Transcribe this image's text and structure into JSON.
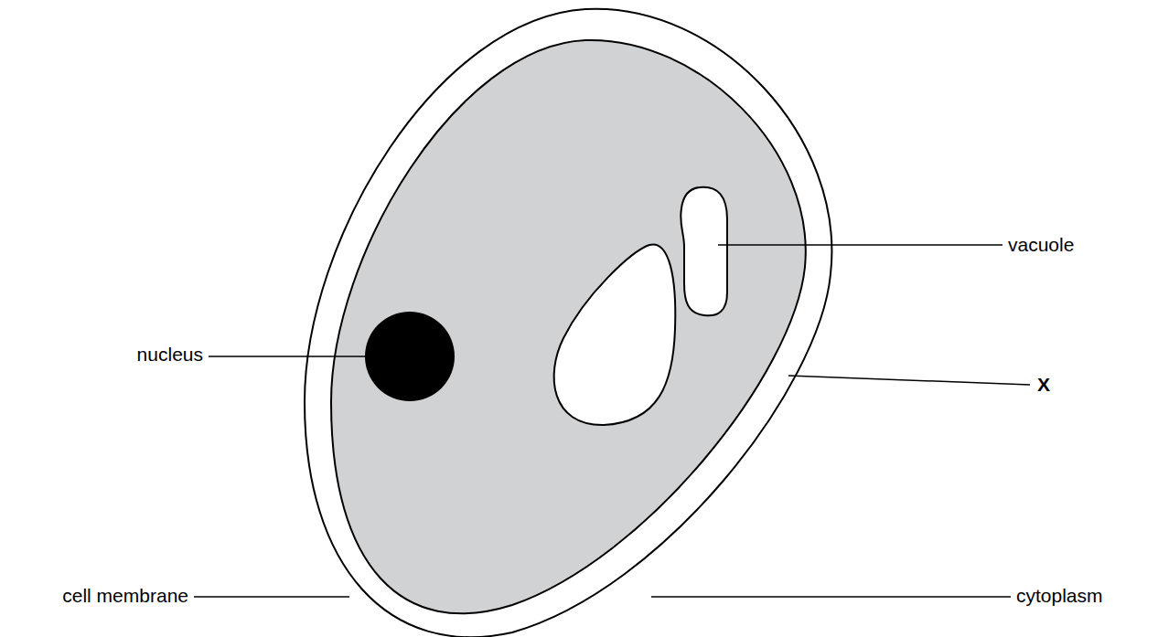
{
  "diagram": {
    "labels": [
      "vacuole",
      "X",
      "nucleus",
      "cell membrane",
      "cytoplasm"
    ]
  }
}
